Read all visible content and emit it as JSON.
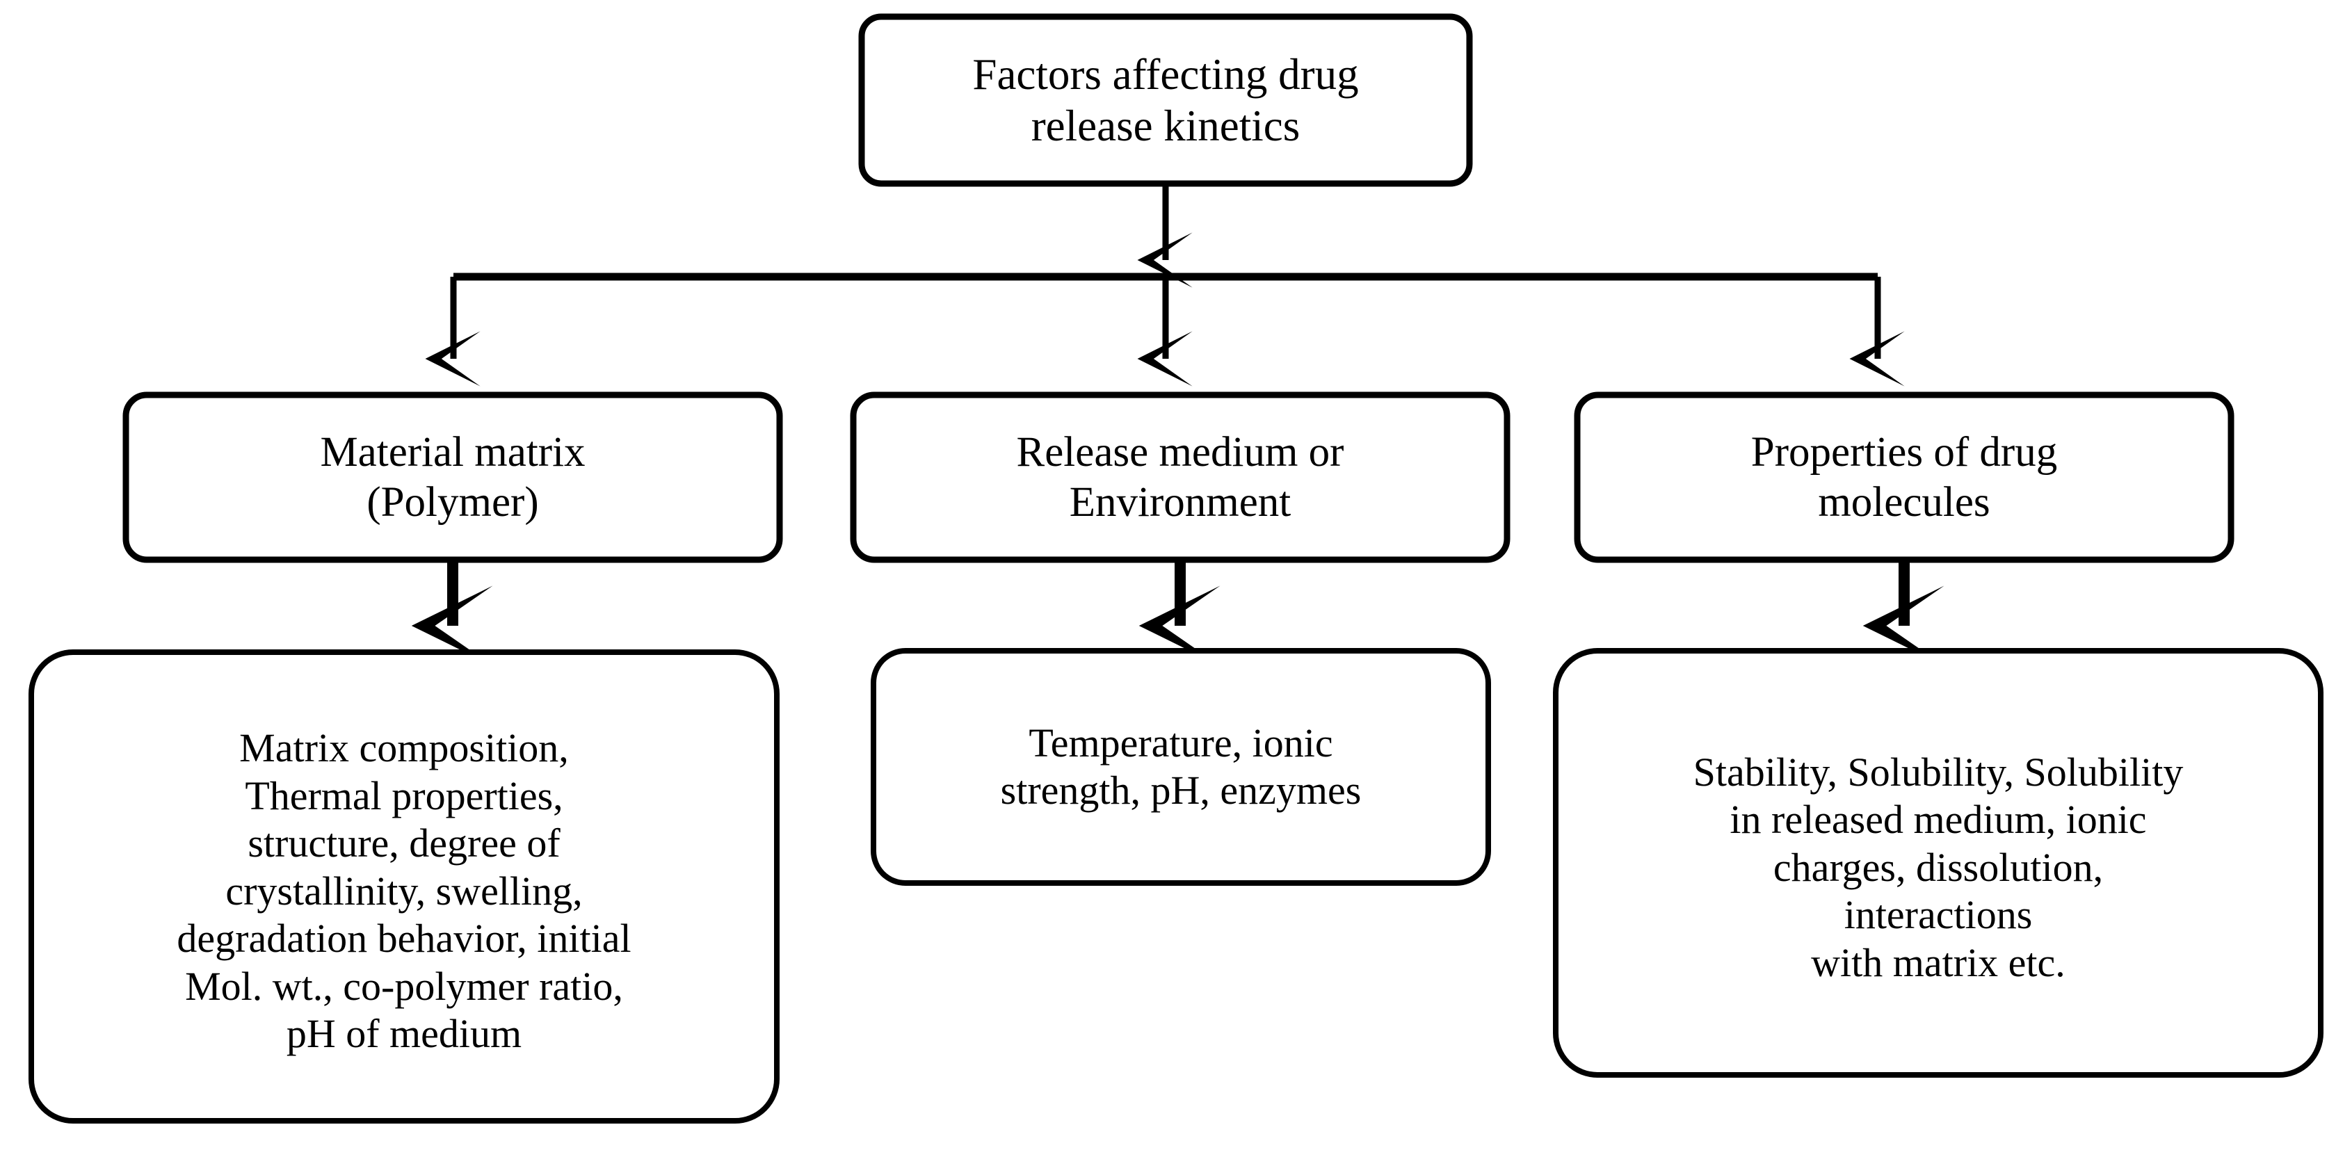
{
  "diagram": {
    "title_node": {
      "id": "root",
      "text": "Factors affecting drug\nrelease kinetics"
    },
    "level2": [
      {
        "id": "material-matrix",
        "text": "Material matrix\n(Polymer)"
      },
      {
        "id": "release-medium",
        "text": "Release medium or\nEnvironment"
      },
      {
        "id": "drug-properties",
        "text": "Properties of drug\nmolecules"
      }
    ],
    "level3": [
      {
        "id": "material-matrix-details",
        "text": "Matrix composition,\nThermal properties,\nstructure, degree of\ncrystallinity, swelling,\ndegradation behavior, initial\nMol. wt., co-polymer ratio,\npH of medium"
      },
      {
        "id": "release-medium-details",
        "text": "Temperature, ionic\nstrength, pH, enzymes"
      },
      {
        "id": "drug-properties-details",
        "text": "Stability, Solubility, Solubility\nin released medium, ionic\ncharges, dissolution,\ninteractions\nwith matrix etc."
      }
    ],
    "colors": {
      "stroke": "#000000",
      "fill": "#ffffff",
      "text": "#000000"
    }
  }
}
